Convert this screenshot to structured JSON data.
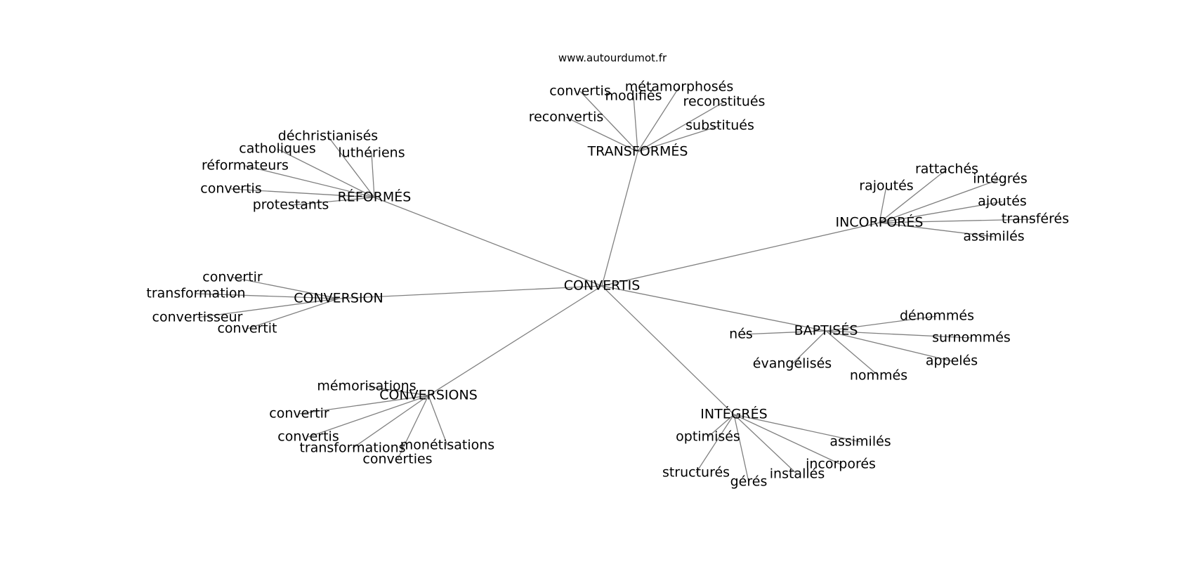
{
  "source": "www.autourdumot.fr",
  "graph": {
    "center": "CONVERTIS",
    "clusters": [
      {
        "id": "reformes",
        "label": "RÉFORMÉS",
        "words": [
          "déchristianisés",
          "catholiques",
          "luthériens",
          "réformateurs",
          "convertis",
          "protestants"
        ]
      },
      {
        "id": "transformes",
        "label": "TRANSFORMÉS",
        "words": [
          "convertis",
          "métamorphosés",
          "modifiés",
          "reconstitués",
          "reconvertis",
          "substitués"
        ]
      },
      {
        "id": "incorpores",
        "label": "INCORPORÉS",
        "words": [
          "rattachés",
          "rajoutés",
          "intégrés",
          "ajoutés",
          "transférés",
          "assimilés"
        ]
      },
      {
        "id": "conversion",
        "label": "CONVERSION",
        "words": [
          "convertir",
          "transformation",
          "convertisseur",
          "convertit"
        ]
      },
      {
        "id": "baptises",
        "label": "BAPTISÉS",
        "words": [
          "dénommés",
          "nés",
          "surnommés",
          "évangélisés",
          "appelés",
          "nommés"
        ]
      },
      {
        "id": "conversions",
        "label": "CONVERSIONS",
        "words": [
          "mémorisations",
          "convertir",
          "convertis",
          "transformations",
          "monétisations",
          "converties"
        ]
      },
      {
        "id": "integres",
        "label": "INTÉGRÉS",
        "words": [
          "optimisés",
          "assimilés",
          "incorporés",
          "structurés",
          "installés",
          "gérés"
        ]
      }
    ]
  }
}
